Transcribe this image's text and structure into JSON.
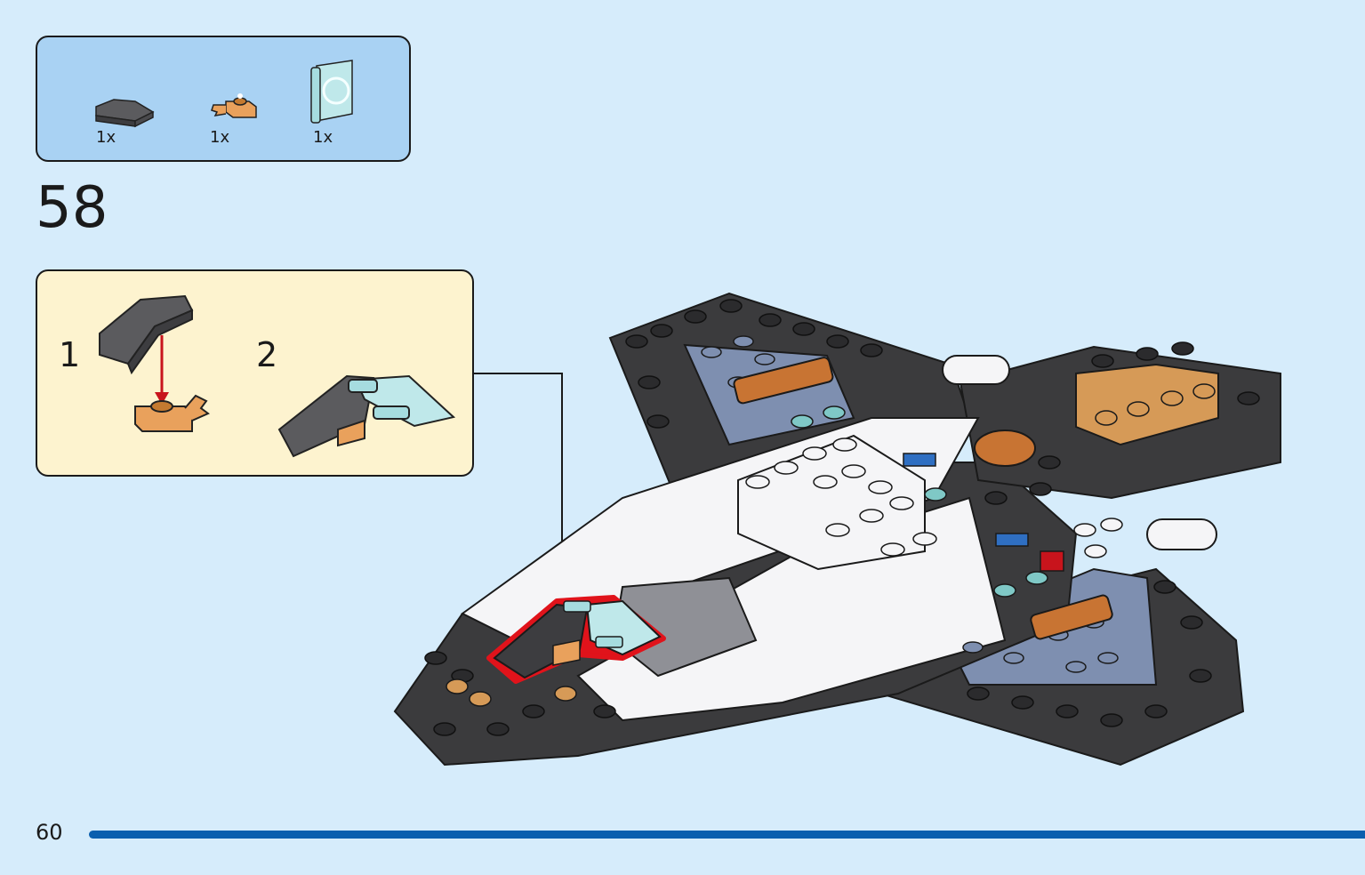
{
  "parts_list": {
    "items": [
      {
        "name": "dark-gray-curved-slope",
        "quantity": "1x"
      },
      {
        "name": "orange-plate-with-clip",
        "quantity": "1x"
      },
      {
        "name": "transparent-windscreen-tile",
        "quantity": "1x"
      }
    ]
  },
  "step": {
    "number": "58"
  },
  "sub_steps": [
    {
      "label": "1"
    },
    {
      "label": "2"
    }
  ],
  "colors": {
    "background": "#d6ecfb",
    "parts_box": "#a9d2f3",
    "sub_box": "#fdf3cf",
    "footer_bar": "#0a5fae",
    "highlight": "#d4141c"
  },
  "footer": {
    "page_number": "60"
  }
}
